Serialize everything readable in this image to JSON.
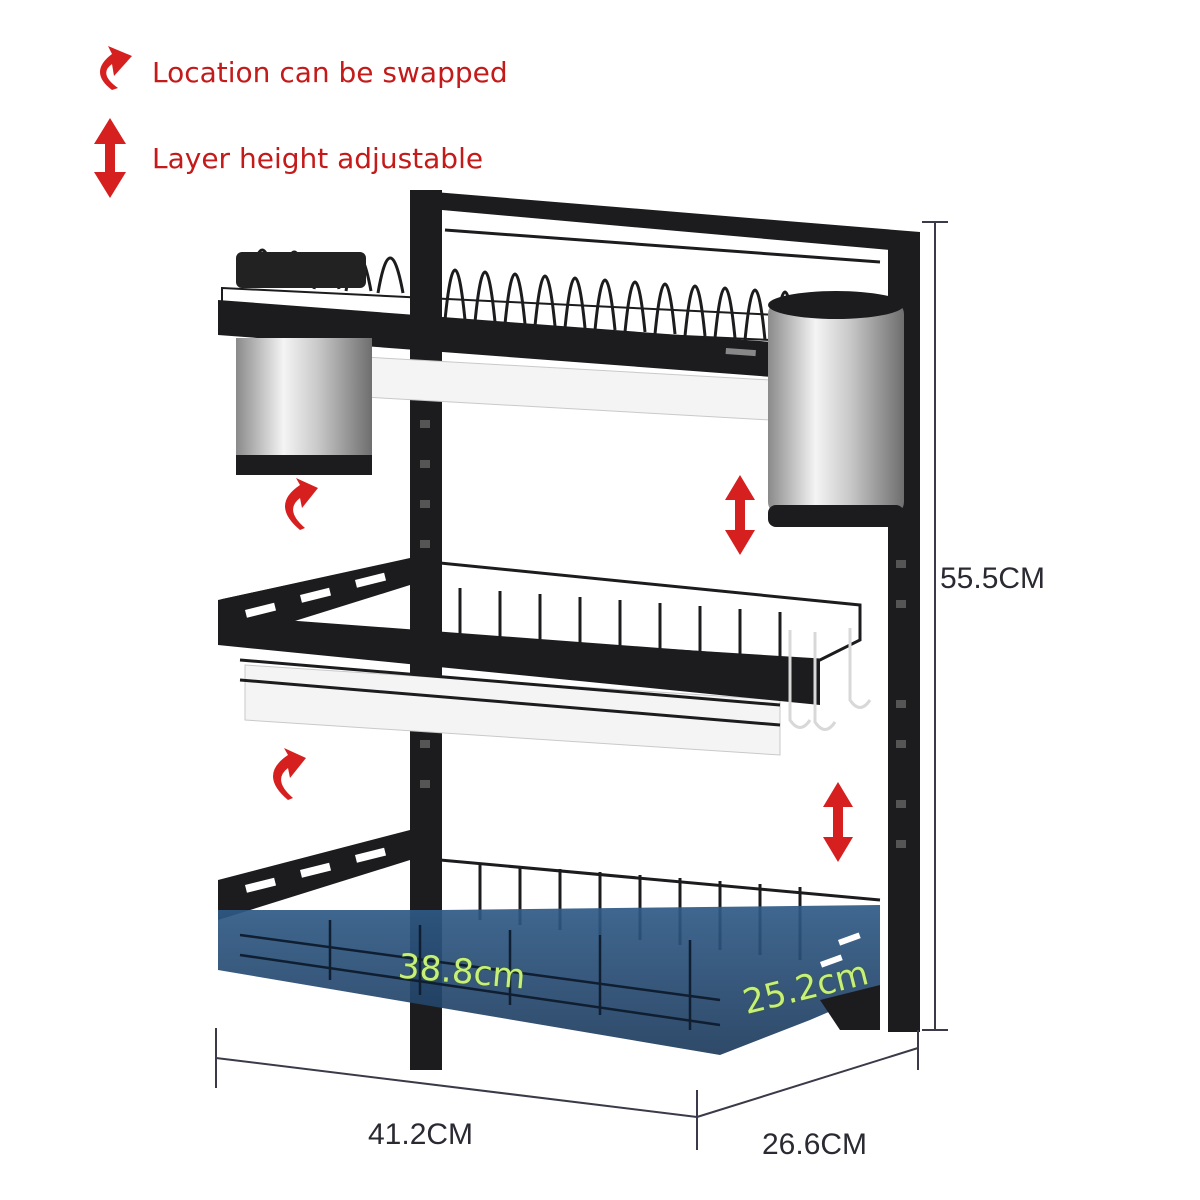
{
  "legend": {
    "swap_label": "Location can be swapped",
    "adjust_label": "Layer height adjustable",
    "swap_icon": "curved-arrow-icon",
    "adjust_icon": "vertical-double-arrow-icon",
    "accent_color": "#d61f1f"
  },
  "dimensions": {
    "height": "55.5CM",
    "width": "41.2CM",
    "depth": "26.6CM",
    "basket_length": "38.8cm",
    "basket_width": "25.2cm"
  },
  "colors": {
    "frame": "#1c1c1e",
    "tray": "#f1f1f1",
    "basket_highlight": "#27466a",
    "dimension_line": "#3a3a48"
  }
}
